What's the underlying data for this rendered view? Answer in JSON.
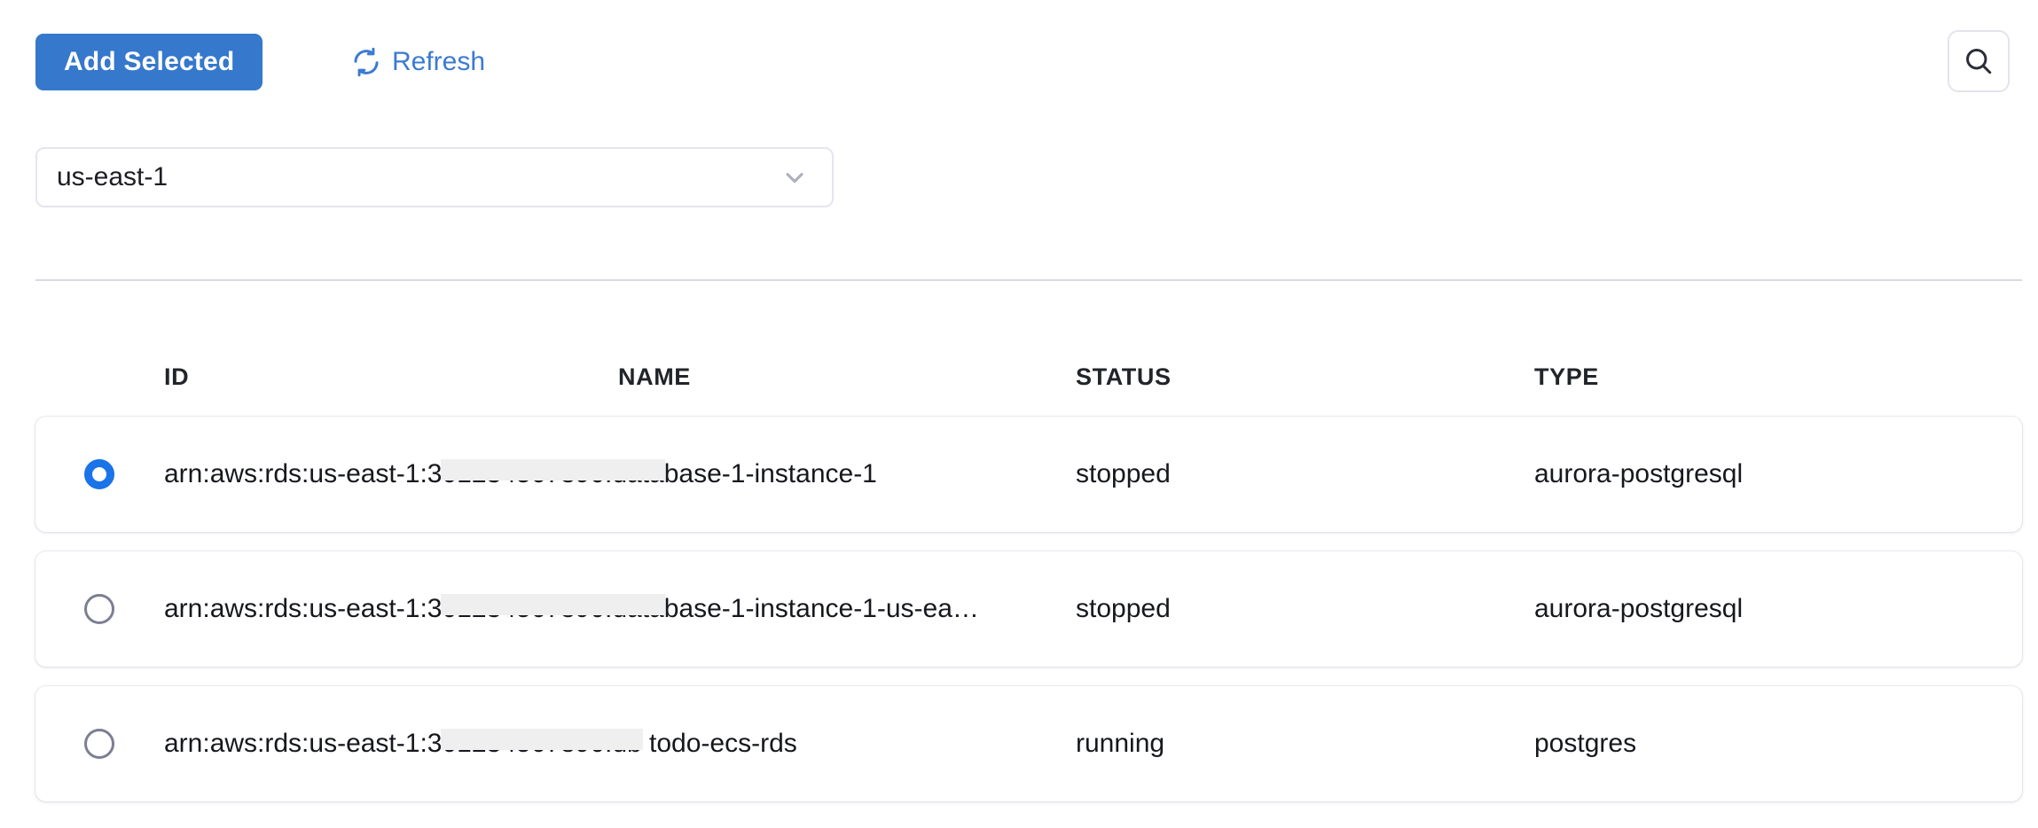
{
  "toolbar": {
    "add_selected_label": "Add Selected",
    "refresh_label": "Refresh",
    "refresh_icon": "refresh-icon",
    "search_icon": "search-icon",
    "accent_color": "#3578cc",
    "link_color": "#3b7bd1"
  },
  "region_select": {
    "value": "us-east-1",
    "chevron_icon": "chevron-down-icon"
  },
  "table": {
    "columns": [
      "ID",
      "NAME",
      "STATUS",
      "TYPE"
    ],
    "rows": [
      {
        "selected": true,
        "id_prefix": "arn:aws:rds:us-east-1:3",
        "id_redacted": "01234567890:data",
        "id_suffix": "base-1-instance-1",
        "name": "",
        "status": "stopped",
        "type": "aurora-postgresql"
      },
      {
        "selected": false,
        "id_prefix": "arn:aws:rds:us-east-1:3",
        "id_redacted": "01234567890:data",
        "id_suffix": "base-1-instance-1-us-ea…",
        "name": "",
        "status": "stopped",
        "type": "aurora-postgresql"
      },
      {
        "selected": false,
        "id_prefix": "arn:aws:rds:us-east-1:3",
        "id_redacted": "01234567890:db",
        "id_suffix": " todo-ecs-rds",
        "name": "",
        "status": "running",
        "type": "postgres"
      }
    ]
  }
}
